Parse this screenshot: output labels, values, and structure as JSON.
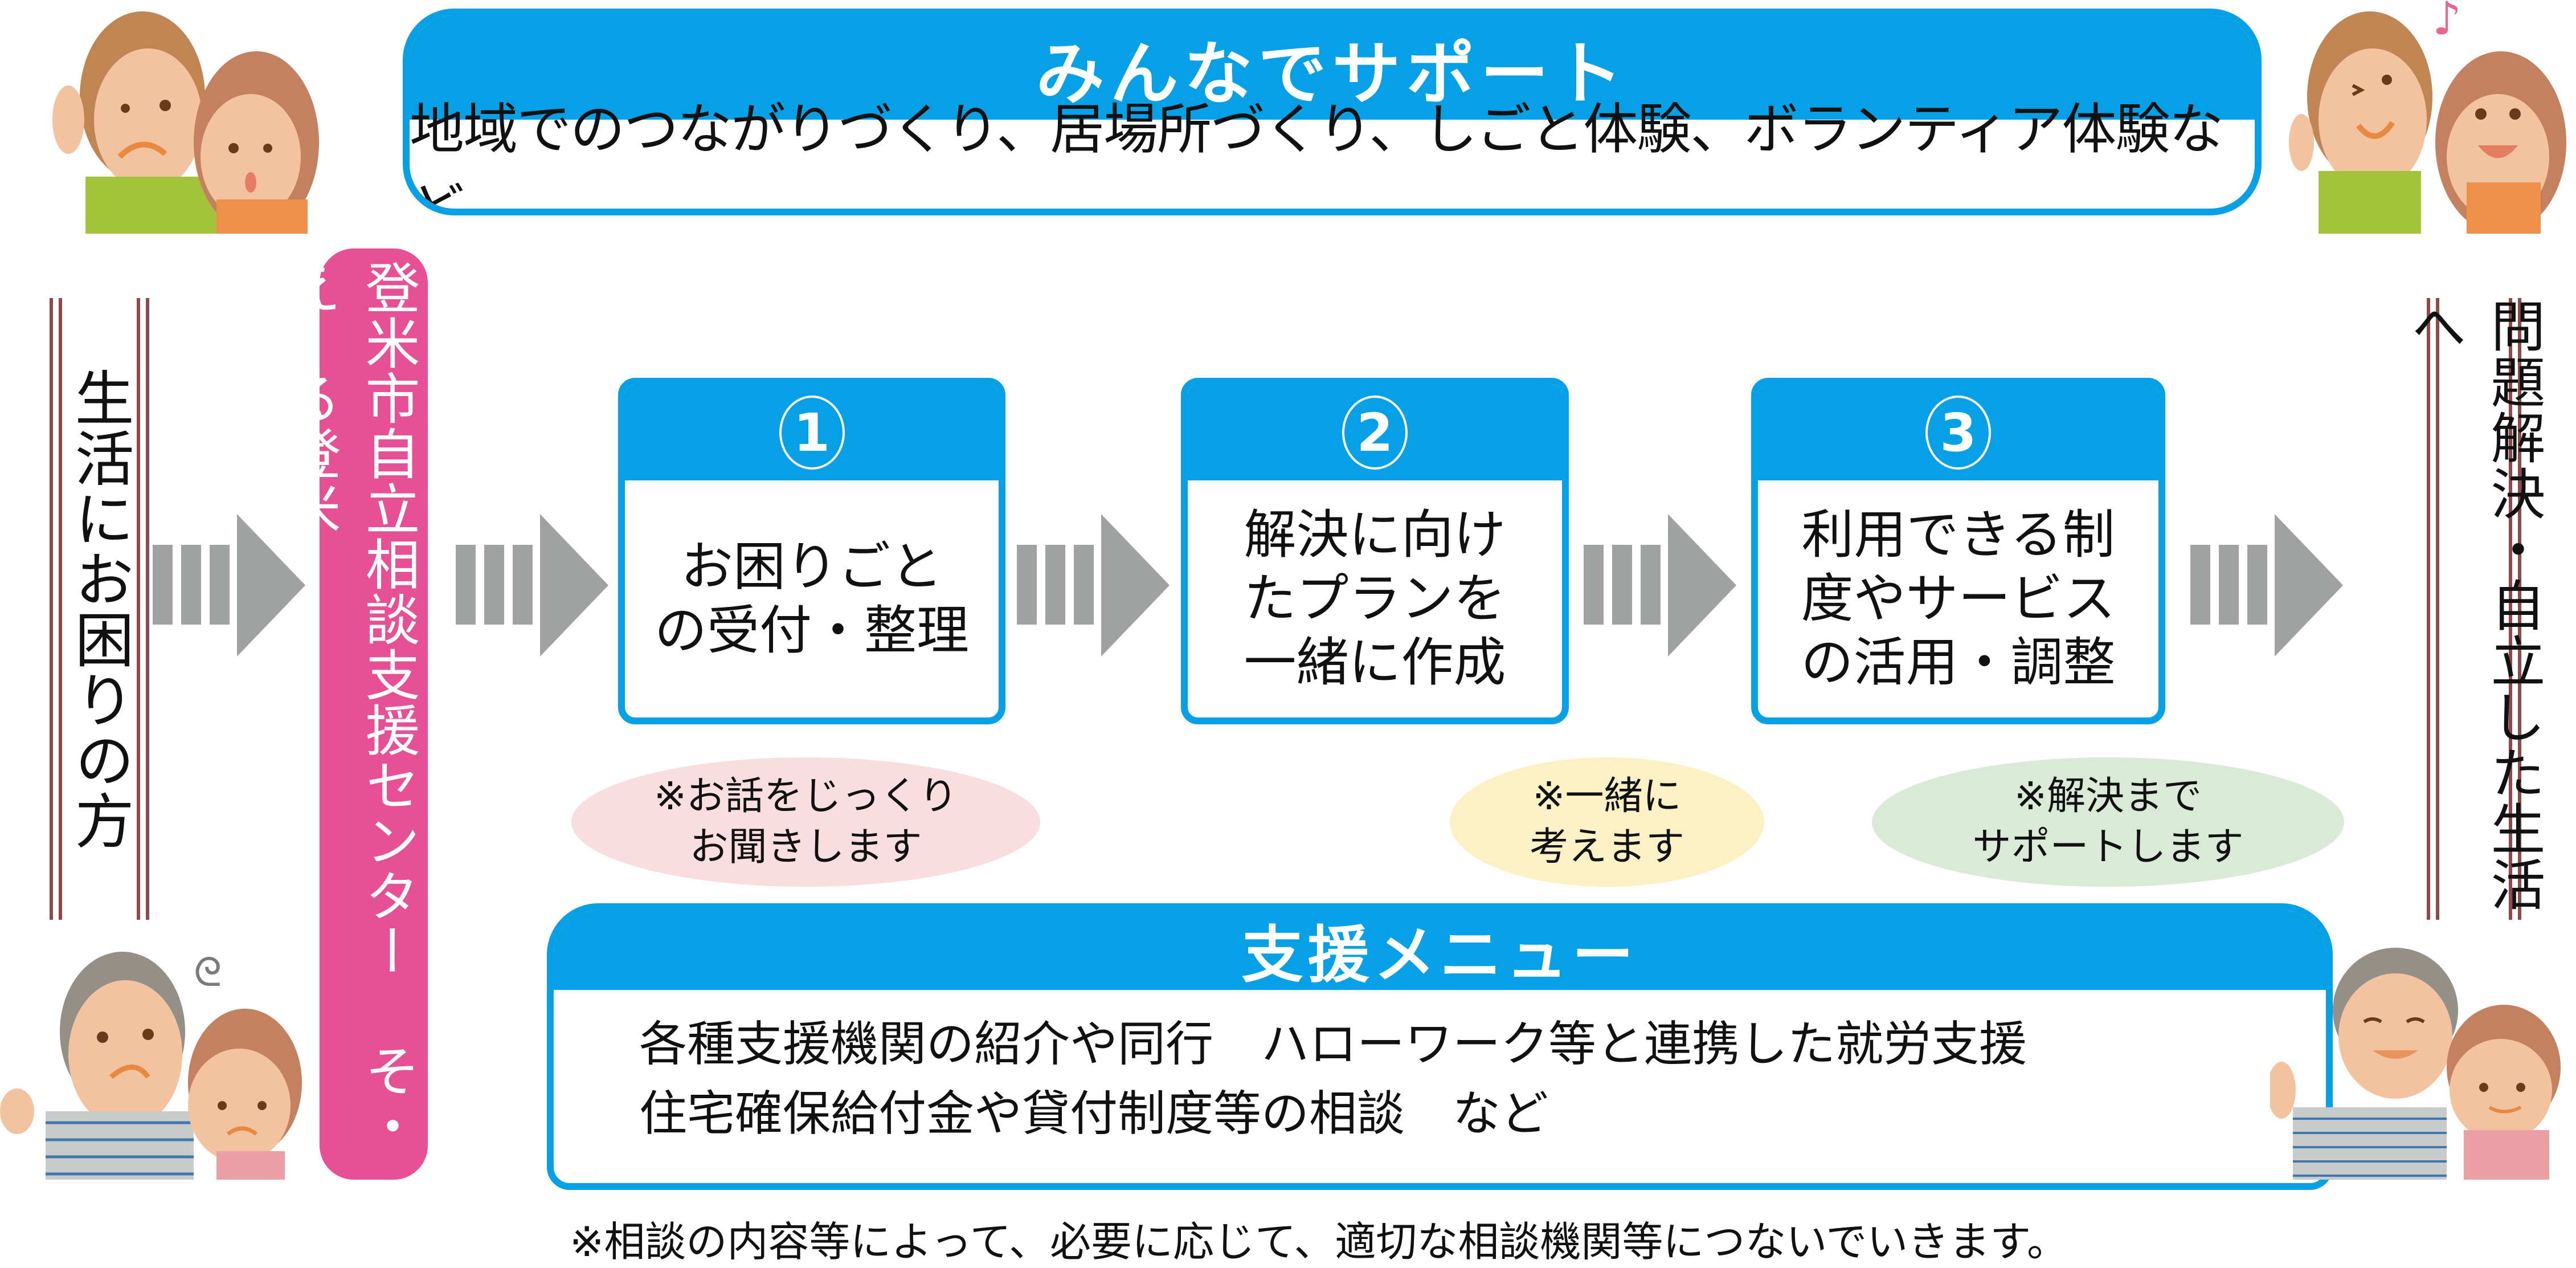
{
  "support_box": {
    "title": "みんなでサポート",
    "description": "地域でのつながりづくり、居場所づくり、しごと体験、ボランティア体験など"
  },
  "left_label": "生活にお困りの方",
  "center_bar": "登米市自立相談支援センター そ・えーる登米",
  "right_label": "問題解決・自立した生活へ",
  "steps": [
    {
      "number": "1",
      "text": "お困りごと\nの受付・整理",
      "note": "※お話をじっくり\nお聞きします",
      "note_color": "#F8DEDE"
    },
    {
      "number": "2",
      "text": "解決に向け\nたプランを\n一緒に作成",
      "note": "※一緒に\n考えます",
      "note_color": "#FBF1C5"
    },
    {
      "number": "3",
      "text": "利用できる制\n度やサービス\nの活用・調整",
      "note": "※解決まで\nサポートします",
      "note_color": "#D9EAD6"
    }
  ],
  "support_menu": {
    "title": "支援メニュー",
    "line1": "各種支援機関の紹介や同行　ハローワーク等と連携した就労支援",
    "line2": "住宅確保給付金や貸付制度等の相談　など"
  },
  "footnote": "※相談の内容等によって、必要に応じて、適切な相談機関等につないでいきます。",
  "colors": {
    "accent_blue": "#05A0E6",
    "center_pink": "#E85096",
    "arrow_gray": "#A0A1A1",
    "label_line": "#8E4A4A"
  },
  "illustrations": {
    "top_left": "worried-couple-icon",
    "top_right": "happy-couple-icon",
    "bottom_left": "troubled-couple-icon",
    "bottom_right": "smiling-couple-icon",
    "music_note": "♪"
  }
}
